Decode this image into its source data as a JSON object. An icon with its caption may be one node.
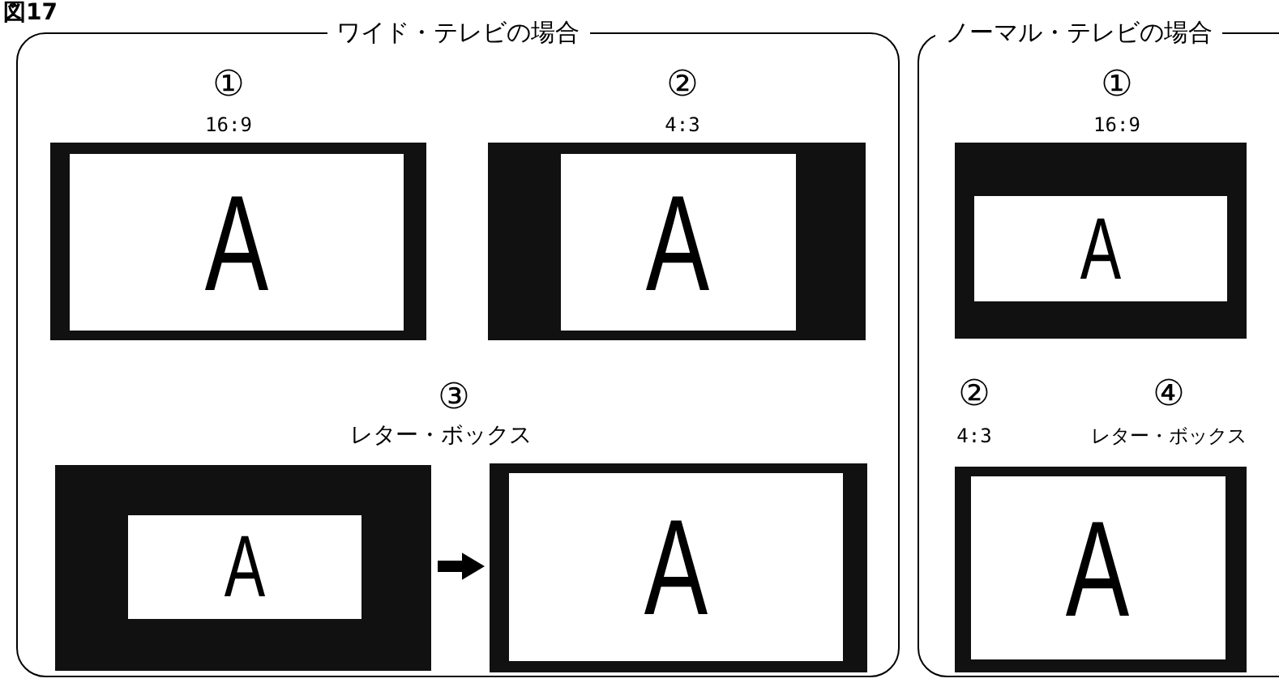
{
  "diagram": {
    "title": "図17",
    "nodes": [
      {
        "text": [
          "ワイド・テレビの場合"
        ]
      },
      {
        "text": [
          "ノーマル・テレビの場合"
        ]
      },
      {
        "text": [
          "A"
        ],
        "in": 0,
        "beside": [
          "①",
          "16:9"
        ]
      },
      {
        "text": [
          "A"
        ],
        "in": 0,
        "beside": [
          "②",
          "4:3"
        ]
      },
      {
        "text": [
          "A"
        ],
        "in": 0
      },
      {
        "text": [
          "A"
        ],
        "in": 0
      },
      {
        "text": [
          "A"
        ],
        "in": 1,
        "beside": [
          "①",
          "16:9"
        ]
      },
      {
        "text": [
          "A"
        ],
        "in": 1,
        "beside": [
          "②",
          "4:3",
          "④",
          "レター・ボックス"
        ]
      }
    ],
    "edges": [
      {
        "from": 4,
        "to": 5,
        "arrow": "to"
      }
    ],
    "labels": [
      "③",
      "レター・ボックス"
    ]
  }
}
